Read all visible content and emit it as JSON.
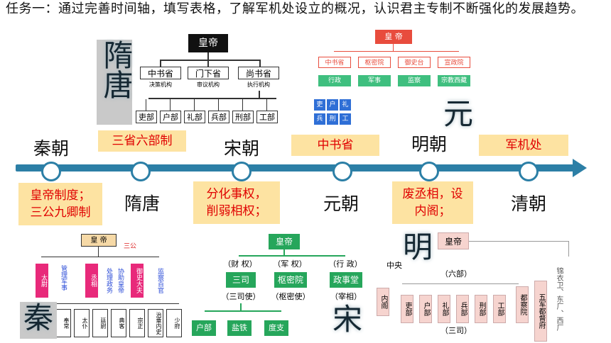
{
  "task": "任务一：通过完善时间轴，填写表格，了解军机处设立的概况，认识君主专制不断强化的发展趋势。",
  "timeline": {
    "top_labels": [
      "秦朝",
      "宋朝",
      "明朝"
    ],
    "bottom_labels": [
      "隋唐",
      "元朝",
      "清朝"
    ],
    "top_highlights": [
      "三省六部制",
      "中书省",
      "军机处"
    ],
    "bottom_highlights": [
      "皇帝制度；三公九卿制",
      "分化事权，削弱相权；",
      "废丞相，设内阁；"
    ]
  },
  "big_chars": {
    "sui_tang": "隋唐",
    "yuan": "元",
    "qin": "秦",
    "song": "宋",
    "ming": "明"
  },
  "sui_tang_chart": {
    "emperor": "皇帝",
    "ministries": [
      "中书省",
      "门下省",
      "尚书省"
    ],
    "functions": [
      "决策机构",
      "审议机构",
      "执行机构"
    ],
    "departments": [
      "吏部",
      "户部",
      "礼部",
      "兵部",
      "刑部",
      "工部"
    ]
  },
  "yuan_chart": {
    "emperor": "皇 帝",
    "organs": [
      "中书省",
      "枢密院",
      "御史台",
      "宣政院"
    ],
    "functions": [
      "行政",
      "军事",
      "监察",
      "宗教西藏"
    ],
    "departments": [
      "吏",
      "户",
      "礼",
      "兵",
      "刑",
      "工"
    ]
  },
  "qin_chart": {
    "emperor": "皇 帝",
    "sangong_label": "三公",
    "sangong": [
      "太尉",
      "丞相",
      "御史大夫"
    ],
    "roles": [
      "管理军事",
      "处理政务",
      "协助皇帝",
      "监察百官"
    ],
    "jiuqing": [
      "奉常",
      "太仆",
      "廷尉",
      "典客",
      "宗正",
      "治粟内史",
      "少府"
    ]
  },
  "song_chart": {
    "emperor": "皇帝",
    "powers": [
      "（财 权）",
      "（军 权）",
      "（行 政）"
    ],
    "organs": [
      "三司",
      "枢密院",
      "政事堂"
    ],
    "heads": [
      "（三司使）",
      "（枢密使）",
      "（宰相）"
    ],
    "sub": [
      "户部",
      "盐铁",
      "度支"
    ]
  },
  "ming_chart": {
    "emperor": "皇帝",
    "central": "中央",
    "six_label": "（六部）",
    "neige": "内阁",
    "departments": [
      "吏部",
      "户部",
      "礼部",
      "兵部",
      "刑部",
      "工部"
    ],
    "sansi": "（三司）",
    "duchayuan": "都察院",
    "wujun": "五军都督府",
    "right": "锦衣卫、东厂、西厂"
  },
  "colors": {
    "accent": "#2c7fa6",
    "highlight_bg": "#fde3a2",
    "highlight_text": "#e00000",
    "song_green": "#26a65b"
  }
}
